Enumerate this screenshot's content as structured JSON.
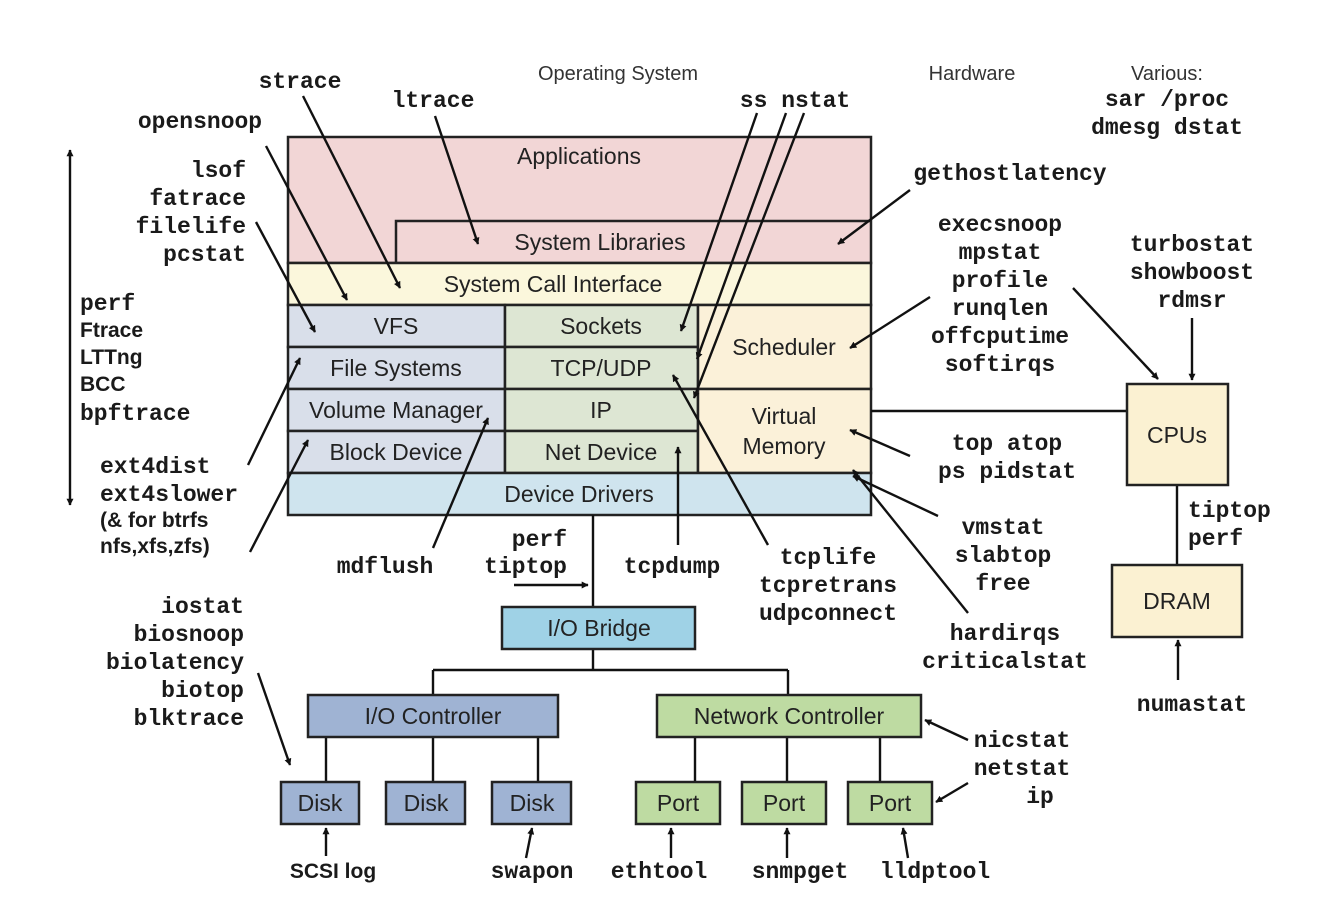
{
  "headers": {
    "os": "Operating System",
    "hardware": "Hardware",
    "various": "Various:"
  },
  "colors": {
    "applications": "#f2d6d6",
    "syscall": "#fbf7dc",
    "storage_stack": "#d9dfea",
    "network_stack": "#dde6d3",
    "kernel_core": "#fbf1d9",
    "device_drivers": "#cfe4ee",
    "io_bridge": "#9fd2e6",
    "io_controller": "#9fb3d3",
    "network_hw": "#bedba2",
    "cpu_dram": "#fbf1d2"
  },
  "os_layers": {
    "applications": "Applications",
    "system_libraries": "System Libraries",
    "system_call_interface": "System Call Interface",
    "vfs": "VFS",
    "file_systems": "File Systems",
    "volume_manager": "Volume Manager",
    "block_device": "Block Device",
    "sockets": "Sockets",
    "tcp_udp": "TCP/UDP",
    "ip": "IP",
    "net_device": "Net Device",
    "scheduler": "Scheduler",
    "virtual_memory_1": "Virtual",
    "virtual_memory_2": "Memory",
    "device_drivers": "Device Drivers"
  },
  "hardware": {
    "io_bridge": "I/O Bridge",
    "io_controller": "I/O Controller",
    "network_controller": "Network Controller",
    "disks": [
      "Disk",
      "Disk",
      "Disk"
    ],
    "ports": [
      "Port",
      "Port",
      "Port"
    ],
    "cpus": "CPUs",
    "dram": "DRAM"
  },
  "tools": {
    "various": [
      "sar /proc",
      "dmesg dstat"
    ],
    "strace": "strace",
    "ltrace": "ltrace",
    "opensnoop": "opensnoop",
    "ss_nstat": "ss nstat",
    "file_tools": [
      "lsof",
      "fatrace",
      "filelife",
      "pcstat"
    ],
    "tracers": [
      "perf",
      "Ftrace",
      "LTTng",
      "BCC",
      "bpftrace"
    ],
    "ext4": [
      "ext4dist",
      "ext4slower",
      "(& for btrfs",
      "nfs,xfs,zfs)"
    ],
    "gethostlatency": "gethostlatency",
    "cpu_tools": [
      "execsnoop",
      "mpstat",
      "profile",
      "runqlen",
      "offcputime",
      "softirqs"
    ],
    "cpu_hw_tools": [
      "turbostat",
      "showboost",
      "rdmsr"
    ],
    "process_tools": [
      "top atop",
      "ps pidstat"
    ],
    "memory_tools": [
      "vmstat",
      "slabtop",
      "free"
    ],
    "irq_tools": [
      "hardirqs",
      "criticalstat"
    ],
    "dram_link": [
      "tiptop",
      "perf"
    ],
    "numastat": "numastat",
    "mdflush": "mdflush",
    "bus_tools": [
      "perf",
      "tiptop"
    ],
    "tcpdump": "tcpdump",
    "tcp_tools": [
      "tcplife",
      "tcpretrans",
      "udpconnect"
    ],
    "block_tools": [
      "iostat",
      "biosnoop",
      "biolatency",
      "biotop",
      "blktrace"
    ],
    "nic_tools": [
      "nicstat",
      "netstat",
      "ip"
    ],
    "scsi_log": "SCSI log",
    "swapon": "swapon",
    "ethtool": "ethtool",
    "snmpget": "snmpget",
    "lldptool": "lldptool"
  }
}
